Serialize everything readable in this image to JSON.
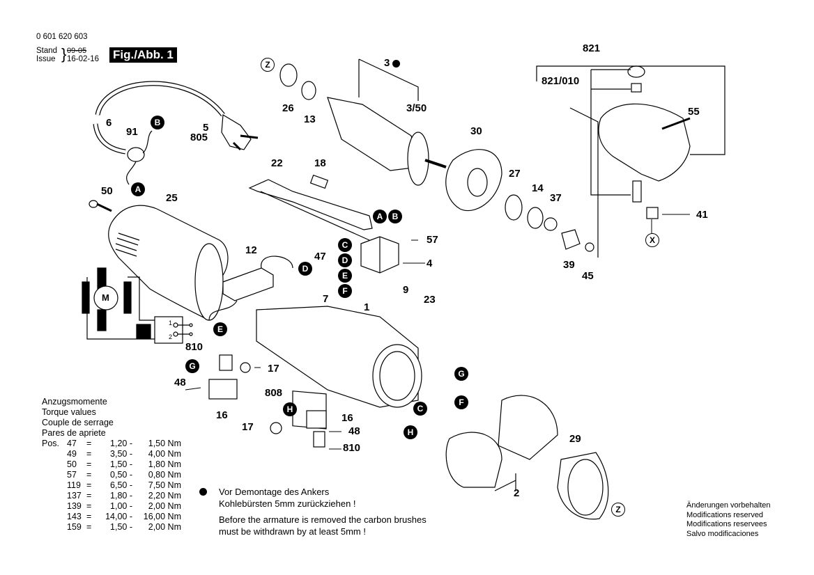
{
  "header": {
    "part_number": "0 601 620 603",
    "stand_label": "Stand",
    "issue_label": "Issue",
    "stand_date_struck": "09-05",
    "issue_date": "16-02-16",
    "figure_label": "Fig./Abb. 1"
  },
  "callouts": {
    "p3": "3",
    "p3_50": "3/50",
    "p26": "26",
    "p13": "13",
    "p821": "821",
    "p821_010": "821/010",
    "p55": "55",
    "p41": "41",
    "p30": "30",
    "p27": "27",
    "p14": "14",
    "p37": "37",
    "p39": "39",
    "p45": "45",
    "p6": "6",
    "p91": "91",
    "p5": "5",
    "p805": "805",
    "p50": "50",
    "p25": "25",
    "p22": "22",
    "p18": "18",
    "p57": "57",
    "p4": "4",
    "p12": "12",
    "p47": "47",
    "p7": "7",
    "p1": "1",
    "p9": "9",
    "p23": "23",
    "p810a": "810",
    "p17a": "17",
    "p48a": "48",
    "p16a": "16",
    "p808": "808",
    "p17b": "17",
    "p16b": "16",
    "p48b": "48",
    "p810b": "810",
    "p2": "2",
    "p29": "29"
  },
  "connectors": {
    "A": "A",
    "B": "B",
    "C": "C",
    "D": "D",
    "E": "E",
    "F": "F",
    "G": "G",
    "H": "H"
  },
  "references": {
    "Z": "Z",
    "X": "X"
  },
  "motor_schematic": {
    "motor_label": "M",
    "terminal_1": "1",
    "terminal_2": "2"
  },
  "torque": {
    "titles": [
      "Anzugsmomente",
      "Torque values",
      "Couple de serrage",
      "Pares de apriete"
    ],
    "pos_label": "Pos.",
    "rows": [
      {
        "pos": "47",
        "eq": "=",
        "min": "1,20 -",
        "max": "1,50 Nm"
      },
      {
        "pos": "49",
        "eq": "=",
        "min": "3,50 -",
        "max": "4,00 Nm"
      },
      {
        "pos": "50",
        "eq": "=",
        "min": "1,50 -",
        "max": "1,80 Nm"
      },
      {
        "pos": "57",
        "eq": "=",
        "min": "0,50 -",
        "max": "0,80 Nm"
      },
      {
        "pos": "119",
        "eq": "=",
        "min": "6,50 -",
        "max": "7,50 Nm"
      },
      {
        "pos": "137",
        "eq": "=",
        "min": "1,80 -",
        "max": "2,20 Nm"
      },
      {
        "pos": "139",
        "eq": "=",
        "min": "1,00 -",
        "max": "2,00 Nm"
      },
      {
        "pos": "143",
        "eq": "=",
        "min": "14,00 -",
        "max": "16,00 Nm"
      },
      {
        "pos": "159",
        "eq": "=",
        "min": "1,50 -",
        "max": "2,00 Nm"
      }
    ]
  },
  "note": {
    "bullet_icon": "filled-circle",
    "de_line1": "Vor Demontage des Ankers",
    "de_line2": "Kohlebürsten 5mm zurückziehen !",
    "en_line1": "Before the armature is removed the carbon brushes",
    "en_line2": "must be withdrawn by at least 5mm !"
  },
  "disclaimer": [
    "Änderungen vorbehalten",
    "Modifications reserved",
    "Modifications reservees",
    "Salvo modificaciones"
  ]
}
